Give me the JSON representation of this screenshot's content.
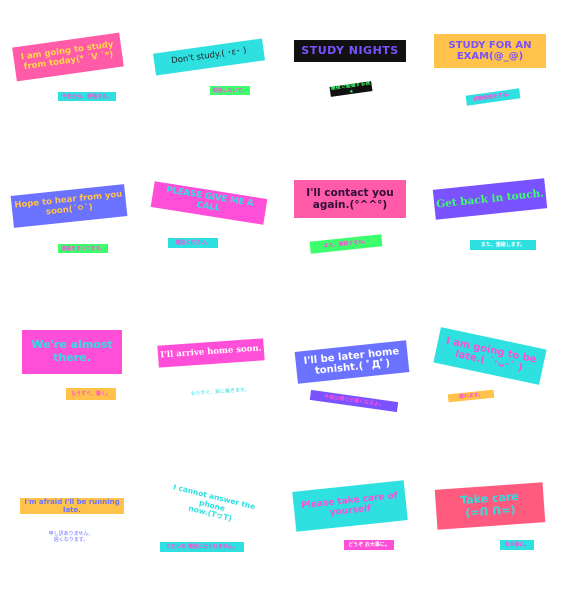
{
  "colors": {
    "pink": "#ff5ba8",
    "cyan": "#2ee0e0",
    "black": "#111111",
    "orange": "#ffc24a",
    "blue": "#6b72ff",
    "green": "#3dff6e",
    "purple": "#7a52ff",
    "magenta": "#ff4fd8",
    "coral": "#ff5b7e"
  },
  "stickers": [
    {
      "main": "I am going to study\nfrom today(* ˙V ˙*)",
      "sub": "今日から、勉強する。"
    },
    {
      "main": "Don't study.( ･ε･ )",
      "sub": "勉強しないで。"
    },
    {
      "main": "STUDY NIGHTS",
      "sub": "徹夜で勉強する夜★"
    },
    {
      "main": "STUDY FOR AN\nEXAM(@_@)",
      "sub": "試験勉強をする。"
    },
    {
      "main": "Hope to hear from you\nsoon(´ㅇ`)",
      "sub": "連絡をまってます。"
    },
    {
      "main": "PLEASE GIVE ME A CALL",
      "sub": "電話ください。"
    },
    {
      "main": "I'll contact you\nagain.(°^^°)",
      "sub": "また、連絡するね。"
    },
    {
      "main": "Get back in touch.",
      "sub": "また、連絡します。"
    },
    {
      "main": "We're almost\nthere.",
      "sub": "もうすぐ、着く。"
    },
    {
      "main": "I'll arrive home soon.",
      "sub": "もうすぐ、家に着きます。"
    },
    {
      "main": "I'll be later home\ntonisht.( ﾟДﾟ)",
      "sub": "今夜は帰りが遅くなるよ。"
    },
    {
      "main": "I am going to be\nlate.( ´･ᴗ･` )",
      "sub": "遅れます。"
    },
    {
      "main": "I'm afraid I'll be running late.",
      "sub": "申し訳ありません、\n遅くなります。"
    },
    {
      "main": "I cannot answer the phone\nnow.(TヮT)",
      "sub": "ただいま 電話に出られません。"
    },
    {
      "main": "Please take care of\nyourself",
      "sub": "どうぞ お大事に。"
    },
    {
      "main": "Take care\n(=ᑎ ᑎ=)",
      "sub": "お大事に。"
    }
  ]
}
